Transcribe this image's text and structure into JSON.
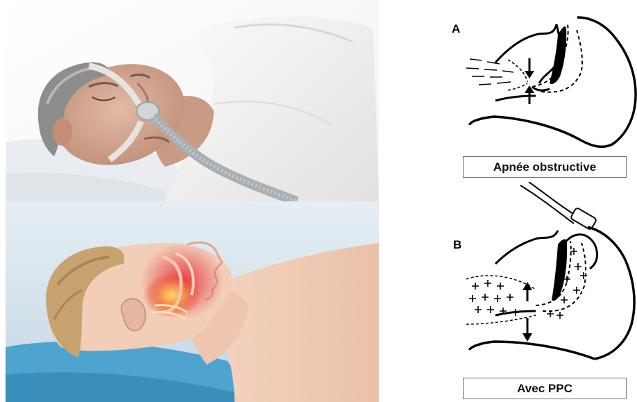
{
  "diagram_a": {
    "letter": "A",
    "caption": "Apnée obstructive"
  },
  "diagram_b": {
    "letter": "B",
    "caption": "Avec PPC"
  },
  "colors": {
    "pillow": "#eef1f4",
    "shirt": "#f3f2f0",
    "skin": "#d8b09a",
    "illustration_background": "#d9e6ef",
    "illustration_skin": "#f2cdb7",
    "illustration_hair": "#c8a26f",
    "airway_highlight": "#e8323a",
    "line_art": "#000000"
  },
  "icons": [
    "cpap-mask-icon",
    "airway-arrow-icon",
    "positive-pressure-plus-icon"
  ]
}
